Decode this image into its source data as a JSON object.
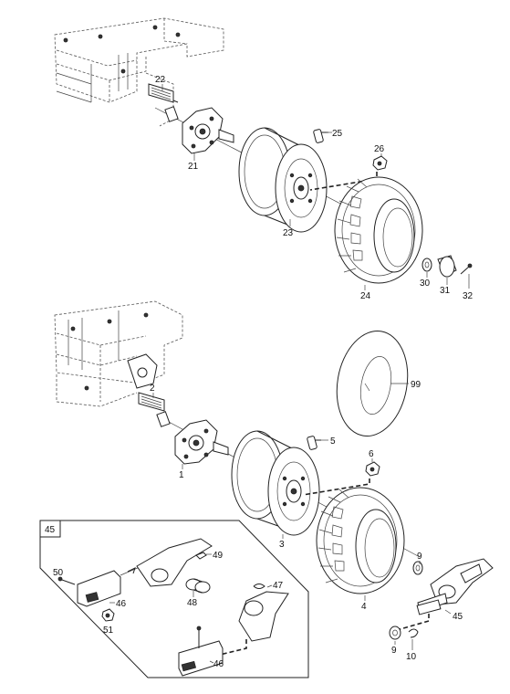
{
  "callouts": {
    "c1": "1",
    "c2": "2",
    "c3": "3",
    "c4": "4",
    "c5": "5",
    "c6": "6",
    "c9a": "9",
    "c9b": "9",
    "c10": "10",
    "c21": "21",
    "c22": "22",
    "c23": "23",
    "c24": "24",
    "c25": "25",
    "c26": "26",
    "c30": "30",
    "c31": "31",
    "c32": "32",
    "c45": "45",
    "c45box": "45",
    "c46a": "46",
    "c46b": "46",
    "c47": "47",
    "c48": "48",
    "c49": "49",
    "c50": "50",
    "c51": "51",
    "c99": "99"
  },
  "icons": {
    "frame": "chassis-frame-icon",
    "hub": "wheel-hub-icon",
    "rim": "wheel-rim-icon",
    "tire": "tire-icon",
    "tube": "inner-tube-icon",
    "fork": "caster-fork-icon"
  }
}
